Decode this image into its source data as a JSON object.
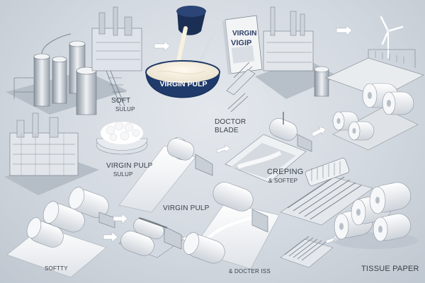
{
  "labels": {
    "soft": "SOFT",
    "sulup_top": "SULUP",
    "virgin_pulp_bowl": "VIRGIN PULP",
    "book_title_1": "VIRGIN",
    "book_title_2": "VIGIP",
    "doctor_blade_1": "DOCTOR",
    "doctor_blade_2": "BLADE",
    "virgin_pulp_sulup_1": "VIRGIN PULP",
    "virgin_pulp_sulup_2": "SULUP",
    "creping_1": "CREPING",
    "creping_2": "& SOFTEP",
    "virgin_pulp_mid": "VIRGIN PULP",
    "softty": "SOFTTY",
    "docter_iss": "& DOCTER ISS",
    "tissue_paper": "TISSUE PAPER"
  },
  "colors": {
    "background": "#d3d9e0",
    "machine": "#eef1f4",
    "machine_dark": "#7d8792",
    "bowl": "#1f3a6b",
    "pulp": "#f6f1e2",
    "arrow": "#ffffff",
    "text": "#3a4048"
  },
  "icons": [
    "arrow-right-icon",
    "wind-turbine-icon",
    "factory-icon",
    "paper-roll-icon",
    "bowl-icon",
    "book-icon"
  ]
}
